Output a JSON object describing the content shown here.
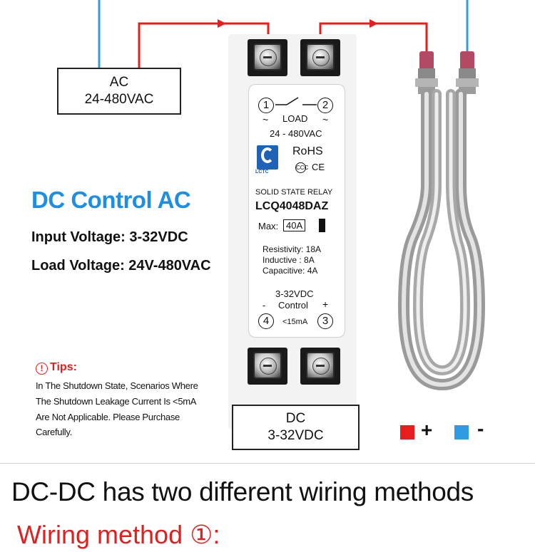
{
  "ac_box": {
    "line1": "AC",
    "line2": "24-480VAC"
  },
  "dc_box": {
    "line1": "DC",
    "line2": "3-32VDC"
  },
  "heading": "DC Control AC",
  "input_voltage": "Input Voltage: 3-32VDC",
  "load_voltage": "Load Voltage: 24V-480VAC",
  "tips": {
    "icon": "exclamation-circle-icon",
    "label": "Tips:",
    "lines": [
      "In The Shutdown State, Scenarios Where",
      "The Shutdown Leakage Current Is <5mA",
      "Are Not Applicable. Please Purchase",
      "Carefully."
    ]
  },
  "relay": {
    "terminal_1": "1",
    "terminal_2": "2",
    "tilde_left": "~",
    "tilde_right": "~",
    "load_label": "LOAD",
    "load_voltage": "24 - 480VAC",
    "brand": "LCTC",
    "rohs": "RoHS",
    "cert_ccc": "CCC",
    "cert_ce": "CE",
    "type": "SOLID STATE RELAY",
    "model": "LCQ4048DAZ",
    "max_label": "Max:",
    "max_value": "40A",
    "resistivity": "Resistivity: 18A",
    "inductive": "Inductive :  8A",
    "capacitive": "Capacitive:  4A",
    "control_voltage": "3-32VDC",
    "control_label": "Control",
    "minus": "-",
    "plus": "+",
    "terminal_4": "4",
    "terminal_3": "3",
    "current": "<15mA"
  },
  "legend": {
    "plus": "+",
    "minus": "-",
    "red": "#e61e1e",
    "blue": "#2f9be0"
  },
  "colors": {
    "wire_red": "#e61e1e",
    "wire_blue": "#2f9be0",
    "heading_blue": "#1e8ee3"
  },
  "bottom_title": "DC-DC has two different wiring methods",
  "wiring_method": "Wiring method ①:"
}
